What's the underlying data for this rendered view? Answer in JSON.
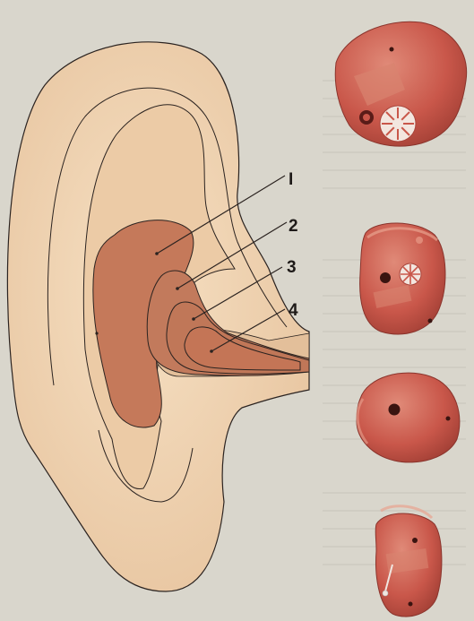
{
  "diagram": {
    "callouts": [
      {
        "id": "1",
        "label": "I"
      },
      {
        "id": "2",
        "label": "2"
      },
      {
        "id": "3",
        "label": "3"
      },
      {
        "id": "4",
        "label": "4"
      }
    ],
    "devices": [
      {
        "name": "device-1",
        "type": "full-shell-in-the-ear"
      },
      {
        "name": "device-2",
        "type": "half-shell-in-the-ear"
      },
      {
        "name": "device-3",
        "type": "in-the-canal"
      },
      {
        "name": "device-4",
        "type": "completely-in-canal"
      }
    ],
    "colors": {
      "background": "#d9d6cc",
      "ear_skin": "#f1d6b4",
      "ear_inner": "#eccba6",
      "zone_1": "#c5795a",
      "zone_2": "#c27a5c",
      "zone_3": "#c07758",
      "zone_4": "#c47556",
      "device": "#c9574a",
      "outline": "#2b2320"
    }
  }
}
